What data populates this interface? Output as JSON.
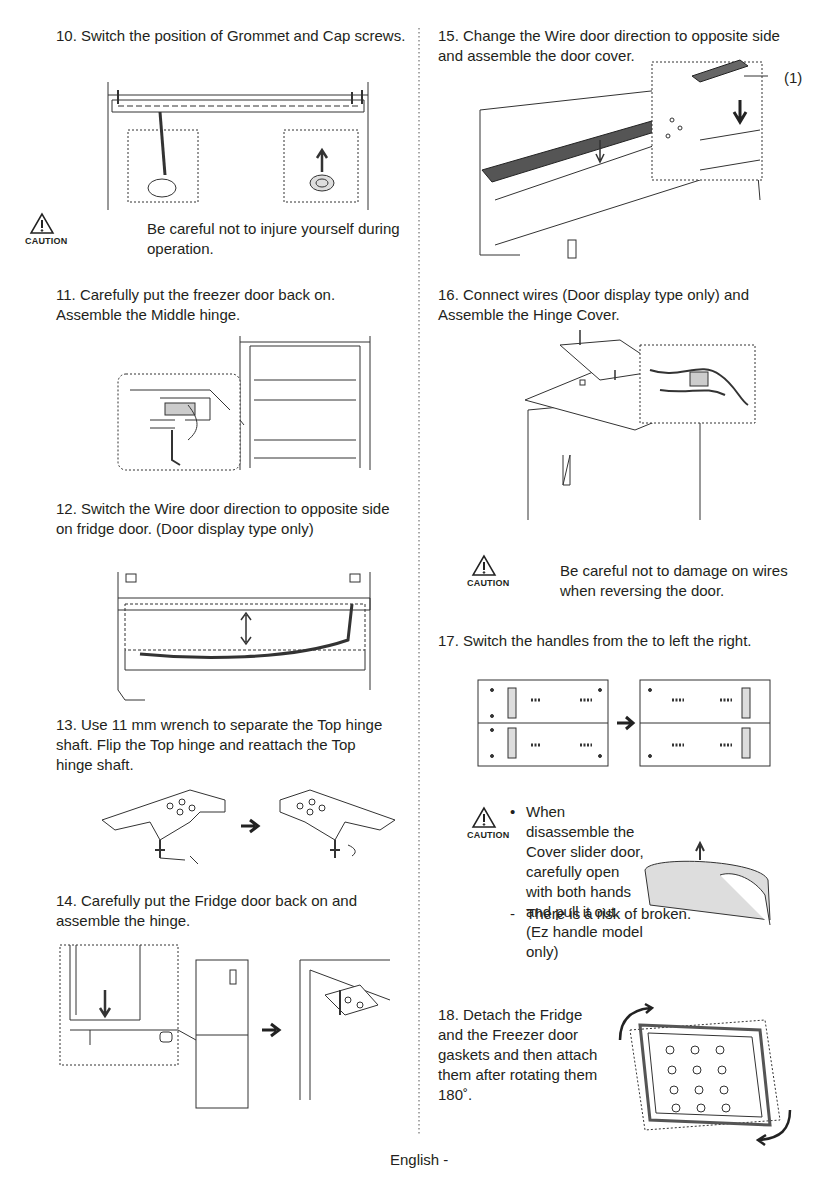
{
  "diagram": {
    "labels": [
      "10. Switch the position of Grommet and Cap screws.",
      "CAUTION",
      "Be careful not to injure yourself during operation.",
      "11. Carefully put the freezer door back on. Assemble the Middle hinge.",
      "12. Switch the Wire door direction to opposite side on fridge door. (Door display type only)",
      "13. Use 11 mm wrench to separate the Top hinge shaft. Flip the Top hinge and reattach the Top hinge shaft.",
      "14. Carefully put the Fridge door back on and assemble the hinge.",
      "15. Change the Wire door direction to opposite side and assemble  the door cover.",
      "(1)",
      "16. Connect wires (Door display type only) and Assemble the Hinge Cover.",
      "CAUTION",
      "Be careful not to damage on wires when reversing the door.",
      "17. Switch the handles from the to left the right.",
      "CAUTION",
      "•",
      "When disassemble the Cover slider door, carefully open with both hands and pull it out. (Ez handle model only)",
      "-",
      "There is a risk of broken.",
      "18. Detach the Fridge and the Freezer door gaskets and then attach them after rotating them 180˚.",
      "English -"
    ]
  }
}
